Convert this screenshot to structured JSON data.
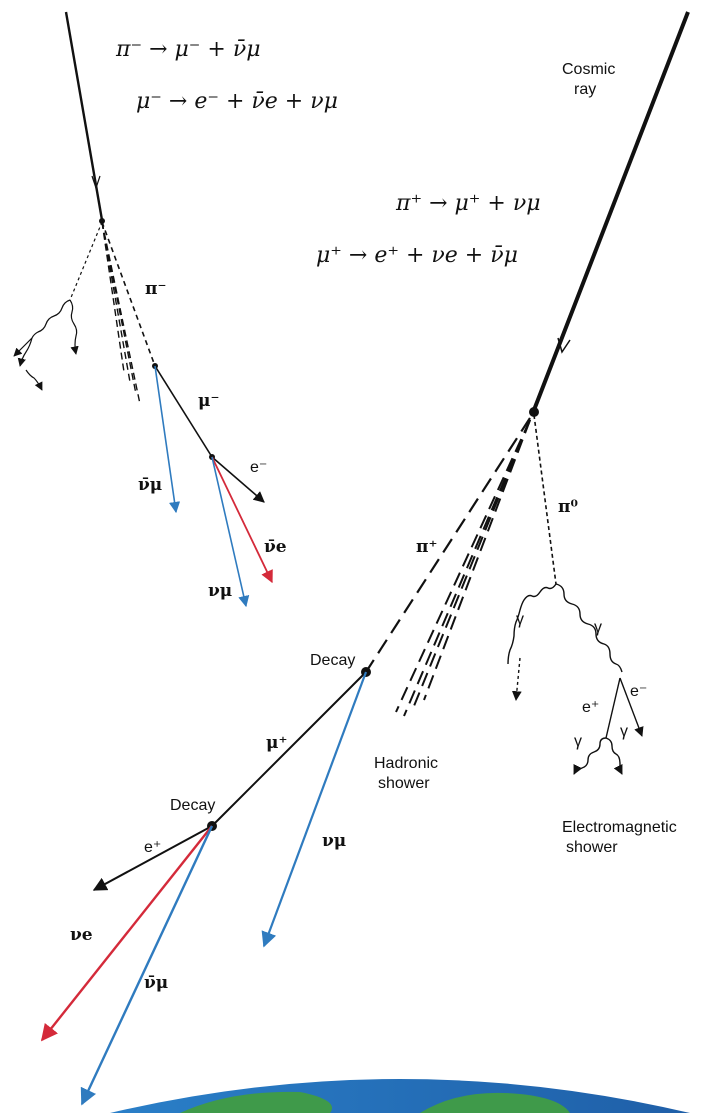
{
  "equations": {
    "neg_pion": "π⁻ → μ⁻ + ν̄μ",
    "neg_muon": "μ⁻ → e⁻ + ν̄e + νμ",
    "pos_pion": "π⁺ → μ⁺ + νμ",
    "pos_muon": "μ⁺ → e⁺ + νe + ν̄μ"
  },
  "labels": {
    "cosmic_ray": [
      "Cosmic",
      "ray"
    ],
    "pi_zero": "π⁰",
    "pi_plus": "π⁺",
    "pi_minus": "π⁻",
    "mu_minus": "μ⁻",
    "e_minus_left": "e⁻",
    "nubar_mu_left": "ν̄μ",
    "nubar_e_left": "ν̄e",
    "nu_mu_left": "νμ",
    "decay_upper": "Decay",
    "decay_lower": "Decay",
    "mu_plus": "μ⁺",
    "nu_mu_right": "νμ",
    "e_plus_main": "e⁺",
    "nu_e": "νe",
    "nubar_mu_bottom": "ν̄μ",
    "hadronic": [
      "Hadronic",
      "shower"
    ],
    "electromagnetic": [
      "Electromagnetic",
      "shower"
    ],
    "gamma_1": "γ",
    "gamma_2": "γ",
    "gamma_3": "γ",
    "gamma_4": "γ",
    "e_plus_em": "e⁺",
    "e_minus_em": "e⁻"
  },
  "colors": {
    "ink": "#111111",
    "muon_neutrino": "#2f7bbf",
    "electron_neutrino": "#d42a3a",
    "ocean": "#2a7fc8",
    "land": "#3f9a4a"
  }
}
